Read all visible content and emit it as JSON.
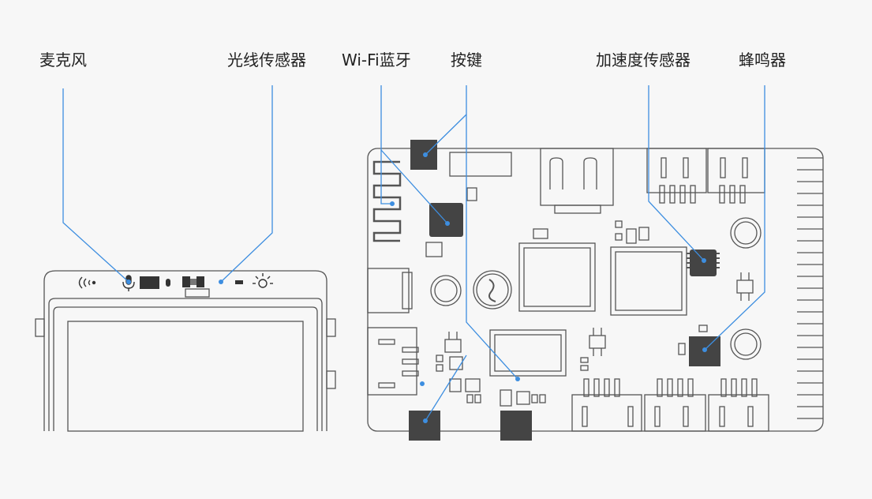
{
  "labels": {
    "microphone": "麦克风",
    "light_sensor": "光线传感器",
    "wifi_bluetooth": "Wi-Fi蓝牙",
    "button": "按键",
    "accelerometer": "加速度传感器",
    "buzzer": "蜂鸣器"
  },
  "colors": {
    "leader_line": "#3d8ee0",
    "outline": "#555555",
    "chip": "#444444",
    "background": "#f7f7f7"
  },
  "icons": [
    "wireless-signal-icon",
    "microphone-icon",
    "sun-icon"
  ]
}
